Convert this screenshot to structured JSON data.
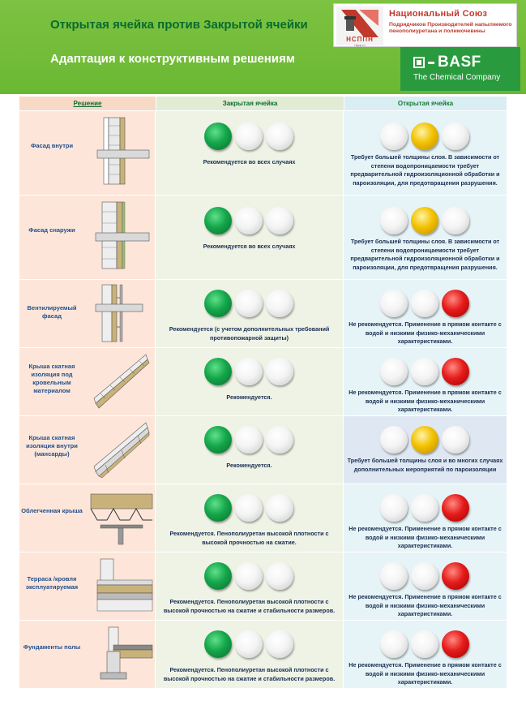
{
  "header": {
    "title": "Открытая ячейка против  Закрытой ячейки",
    "subtitle": "Адаптация к конструктивным решениям",
    "union_name": "Национальный Союз",
    "union_desc": "Подрядчиков Производителей напыляемого пенополиуретана и полимочевины",
    "union_abbr": "НСППН",
    "union_site": "nspp.ru",
    "basf_name": "BASF",
    "basf_tagline": "The Chemical Company"
  },
  "table": {
    "col_solution": "Решение",
    "col_closed": "Закрытая ячейка",
    "col_open": "Открытая ячейка",
    "rows": [
      {
        "label": "Фасад внутри",
        "sketch_icon": "wall-inside-sketch",
        "closed_lights": [
          "green",
          "off",
          "off"
        ],
        "closed_note": "Рекомендуется во всех случаях",
        "open_lights": [
          "off",
          "yellow",
          "off"
        ],
        "open_note": "Требует большей толщины слоя. В зависимости от степени водопроницаемости требует предварительной гидроизоляционной обработки и пароизоляции,  для предотвращения разрушения."
      },
      {
        "label": "Фасад снаружи",
        "sketch_icon": "wall-outside-sketch",
        "closed_lights": [
          "green",
          "off",
          "off"
        ],
        "closed_note": "Рекомендуется во всех случаях",
        "open_lights": [
          "off",
          "yellow",
          "off"
        ],
        "open_note": "Требует большей толщины слоя. В зависимости от степени водопроницаемости требует предварительной гидроизоляционной обработки и пароизоляции,  для предотвращения разрушения."
      },
      {
        "label": "Вентилируемый фасад",
        "sketch_icon": "ventilated-facade-sketch",
        "closed_lights": [
          "green",
          "off",
          "off"
        ],
        "closed_note": "Рекомендуется (с учетом дополнительных требований противопожарной защиты)",
        "open_lights": [
          "off",
          "off",
          "red"
        ],
        "open_note": "Не рекомендуется. Применение в прямом контакте с водой и низкими физико-механическими характеристиками."
      },
      {
        "label": "Крыша скатная изоляция под кровельным материалом",
        "sketch_icon": "pitched-roof-sketch",
        "closed_lights": [
          "green",
          "off",
          "off"
        ],
        "closed_note": "Рекомендуется.",
        "open_lights": [
          "off",
          "off",
          "red"
        ],
        "open_note": "Не рекомендуется. Применение в прямом контакте с водой и низкими физико-механическими характеристиками."
      },
      {
        "label": "Крыша скатная изоляция внутри (мансарды)",
        "sketch_icon": "attic-roof-sketch",
        "closed_lights": [
          "green",
          "off",
          "off"
        ],
        "closed_note": "Рекомендуется.",
        "open_lights": [
          "off",
          "yellow",
          "off"
        ],
        "open_note": "Требует большей толщины слоя и во многих случаях дополнительных мероприятий по пароизоляции"
      },
      {
        "label": "Облегченная крыша",
        "sketch_icon": "light-roof-sketch",
        "closed_lights": [
          "green",
          "off",
          "off"
        ],
        "closed_note": "Рекомендуется. Пенополиуретан высокой плотности с высокой прочностью на сжатие.",
        "open_lights": [
          "off",
          "off",
          "red"
        ],
        "open_note": "Не рекомендуется. Применение в прямом контакте с водой и низкими физико-механическими характеристиками."
      },
      {
        "label": "Терраса /кровля эксплуатируемая",
        "sketch_icon": "terrace-sketch",
        "closed_lights": [
          "green",
          "off",
          "off"
        ],
        "closed_note": "Рекомендуется. Пенополиуретан высокой плотности с высокой прочностью на сжатие и стабильности размеров.",
        "open_lights": [
          "off",
          "off",
          "red"
        ],
        "open_note": "Не рекомендуется. Применение в прямом контакте с водой и низкими физико-механическими характеристиками."
      },
      {
        "label": "Фундаменты полы",
        "sketch_icon": "foundation-sketch",
        "closed_lights": [
          "green",
          "off",
          "off"
        ],
        "closed_note": "Рекомендуется. Пенополиуретан высокой плотности с высокой прочностью на сжатие и стабильности размеров.",
        "open_lights": [
          "off",
          "off",
          "red"
        ],
        "open_note": "Не рекомендуется. Применение в прямом контакте с водой и низкими физико-механическими характеристиками."
      }
    ]
  }
}
